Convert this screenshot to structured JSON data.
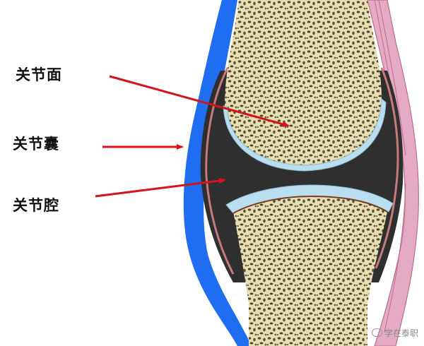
{
  "labels": {
    "articular_surface": "关节面",
    "joint_capsule": "关节囊",
    "joint_cavity": "关节腔"
  },
  "watermark": "学在泰职",
  "colors": {
    "bone": "#e8dfb2",
    "bone_speckle": "#4a4636",
    "cartilage": "#b9def0",
    "cavity": "#2f2f2f",
    "synovial_line": "#c77a7a",
    "capsule_outer": "#1f6ef2",
    "ligament_pink": "#e3a9c1",
    "arrow": "#d6121a"
  }
}
